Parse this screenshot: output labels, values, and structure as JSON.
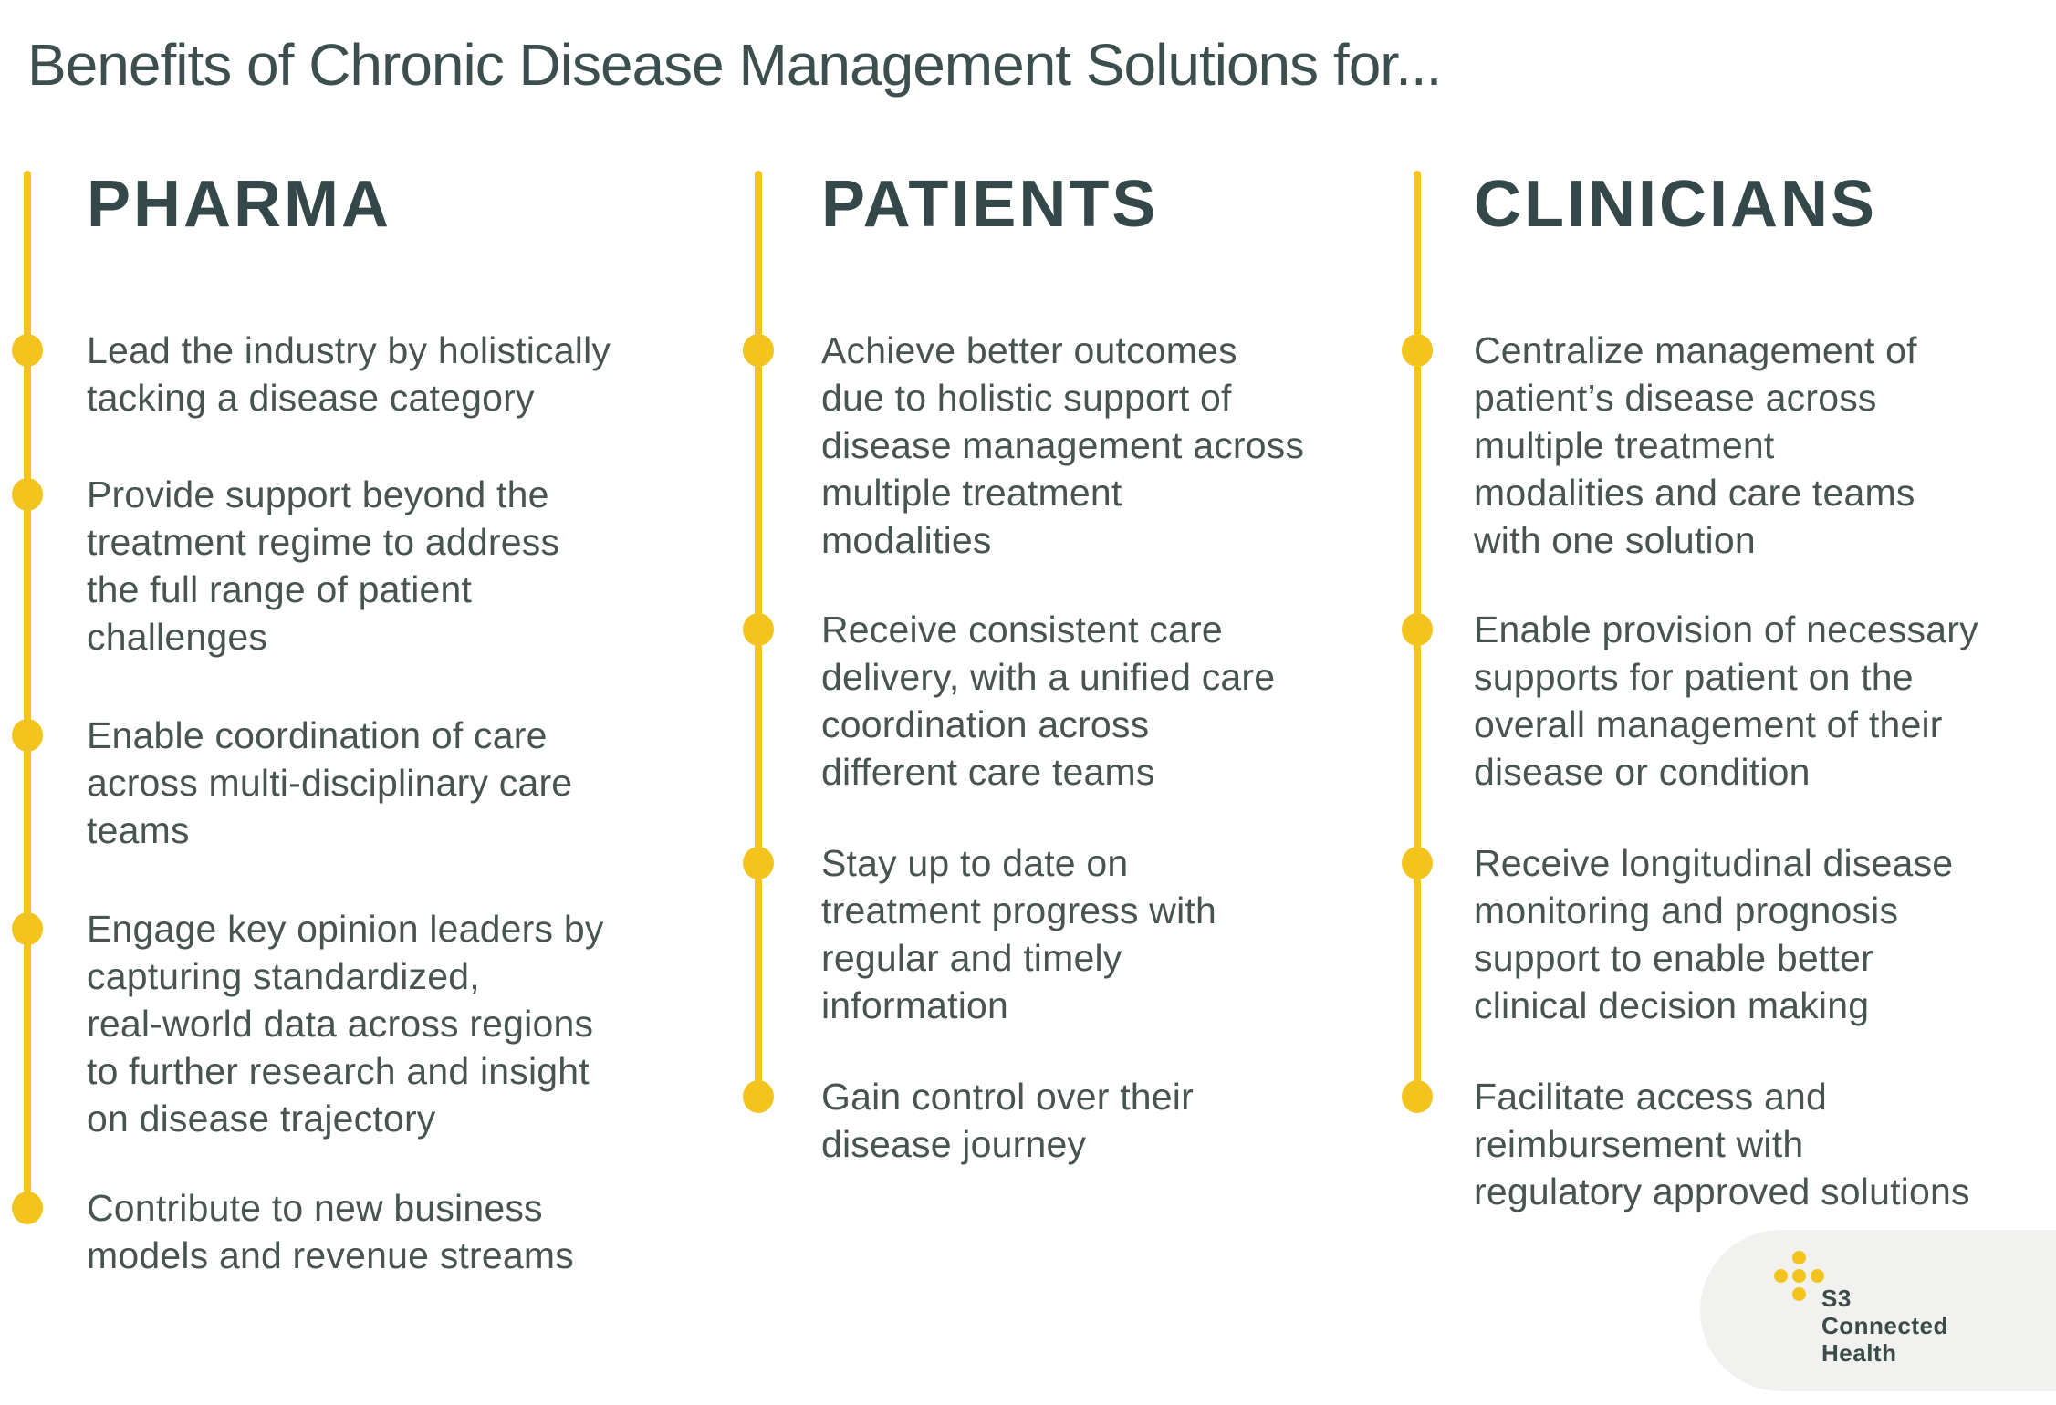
{
  "title": "Benefits of Chronic Disease Management Solutions for...",
  "columns": [
    {
      "header": "PHARMA",
      "items": [
        {
          "lines": [
            "Lead the industry by holistically",
            "tacking a disease category"
          ]
        },
        {
          "lines": [
            "Provide support beyond the",
            "treatment regime to address",
            "the full range of patient",
            "challenges"
          ]
        },
        {
          "lines": [
            "Enable coordination of care",
            "across multi-disciplinary care",
            "teams"
          ]
        },
        {
          "lines": [
            "Engage key opinion leaders by",
            "capturing standardized,",
            "real-world data across regions",
            "to further research and insight",
            "on disease trajectory"
          ]
        },
        {
          "lines": [
            "Contribute to new business",
            "models and revenue streams"
          ]
        }
      ]
    },
    {
      "header": "PATIENTS",
      "items": [
        {
          "lines": [
            "Achieve better outcomes",
            "due to holistic support of",
            "disease management across",
            "multiple treatment",
            "modalities"
          ]
        },
        {
          "lines": [
            "Receive consistent care",
            "delivery, with a unified care",
            "coordination across",
            "different care teams"
          ]
        },
        {
          "lines": [
            "Stay up to date on",
            "treatment progress with",
            "regular and timely",
            "information"
          ]
        },
        {
          "lines": [
            "Gain control over their",
            "disease journey"
          ]
        }
      ]
    },
    {
      "header": "CLINICIANS",
      "items": [
        {
          "lines": [
            "Centralize management of",
            "patient’s disease across",
            "multiple treatment",
            "modalities and care teams",
            "with one solution"
          ]
        },
        {
          "lines": [
            "Enable provision of necessary",
            "supports for patient on the",
            "overall management of their",
            "disease or condition"
          ]
        },
        {
          "lines": [
            "Receive longitudinal disease",
            "monitoring and prognosis",
            "support to enable better",
            "clinical decision making"
          ]
        },
        {
          "lines": [
            "Facilitate access and",
            "reimbursement with",
            "regulatory approved solutions"
          ]
        }
      ]
    }
  ],
  "logo": {
    "lines": [
      "S3",
      "Connected",
      "Health"
    ]
  },
  "colors": {
    "accent_yellow": "#F2C41D",
    "heading_teal": "#354849",
    "body_text": "#485452",
    "logo_background": "#F1F1EF"
  }
}
